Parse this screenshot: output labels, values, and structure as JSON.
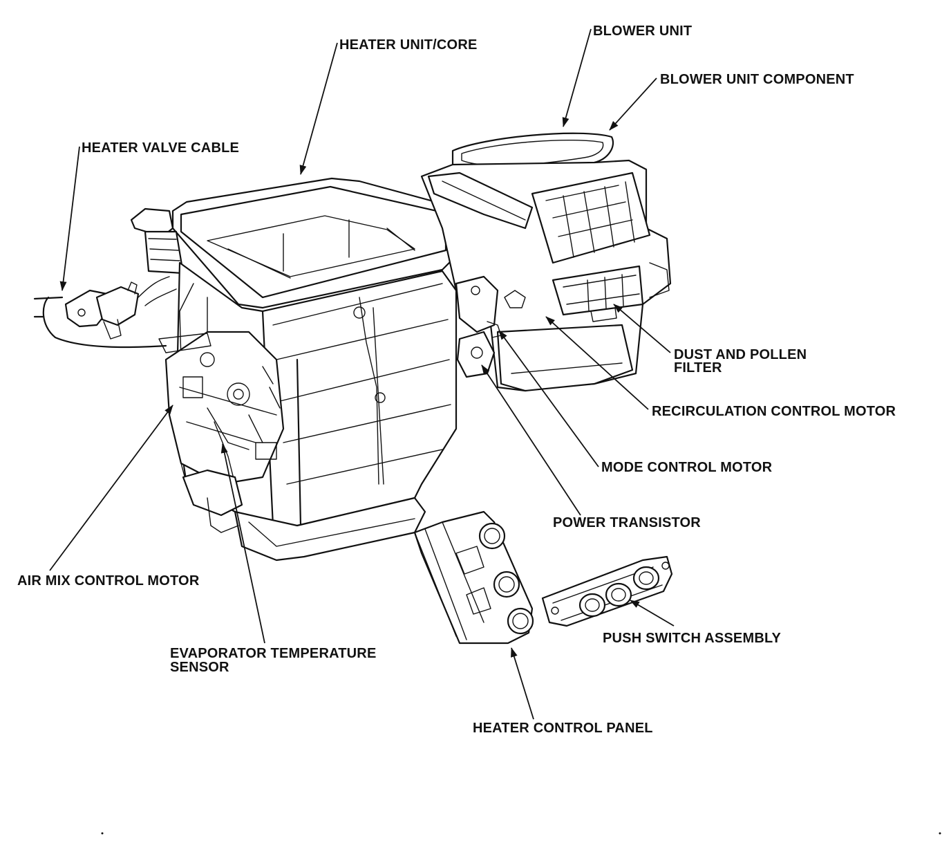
{
  "labels": {
    "heater_unit_core": "HEATER UNIT/CORE",
    "blower_unit": "BLOWER UNIT",
    "blower_unit_component": "BLOWER UNIT COMPONENT",
    "heater_valve_cable": "HEATER VALVE CABLE",
    "dust_and_pollen_filter_line1": "DUST AND POLLEN",
    "dust_and_pollen_filter_line2": "FILTER",
    "recirculation_control_motor": "RECIRCULATION CONTROL MOTOR",
    "mode_control_motor": "MODE CONTROL MOTOR",
    "power_transistor": "POWER TRANSISTOR",
    "air_mix_control_motor": "AIR MIX CONTROL MOTOR",
    "evaporator_temperature_sensor_line1": "EVAPORATOR TEMPERATURE",
    "evaporator_temperature_sensor_line2": "SENSOR",
    "push_switch_assembly": "PUSH SWITCH ASSEMBLY",
    "heater_control_panel": "HEATER CONTROL PANEL"
  },
  "colors": {
    "ink": "#111111",
    "paper": "#ffffff"
  }
}
